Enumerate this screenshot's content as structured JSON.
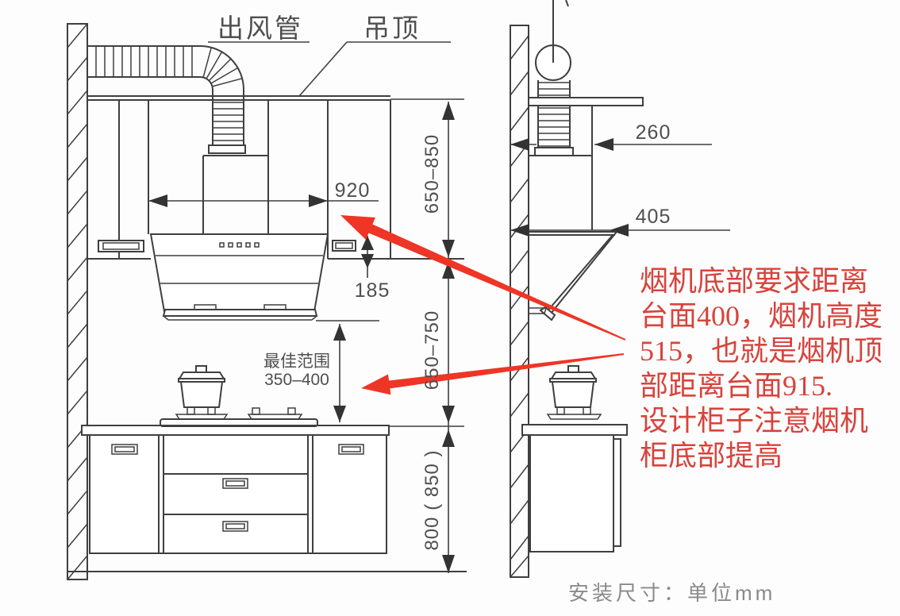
{
  "front_view": {
    "duct_label": "出风管",
    "ceiling_label": "吊顶",
    "hood_width": "920",
    "hood_upper_height": "185",
    "optimal_range_label": "最佳范围",
    "optimal_range_value": "350–400",
    "hood_to_ceiling_range": "650–850",
    "hood_to_counter_range": "650–750",
    "counter_height": "800 ( 850 )"
  },
  "side_view": {
    "chimney_depth": "260",
    "hood_depth": "405"
  },
  "annotation": {
    "lines": [
      "烟机底部要求距离",
      "台面400，烟机高度",
      "515，也就是烟机顶",
      "部距离台面915.",
      "设计柜子注意烟机",
      "柜底部提高"
    ],
    "color": "#d8433c"
  },
  "footer": {
    "caption": "安装尺寸：单位mm"
  },
  "colors": {
    "background": "#fdfdfd",
    "linework": "#3f3f3f",
    "dimension_text": "#4f4f4f",
    "caption_text": "#8a8a8a",
    "annotation_red": "#d8433c",
    "arrow_red": "#ee3526"
  }
}
